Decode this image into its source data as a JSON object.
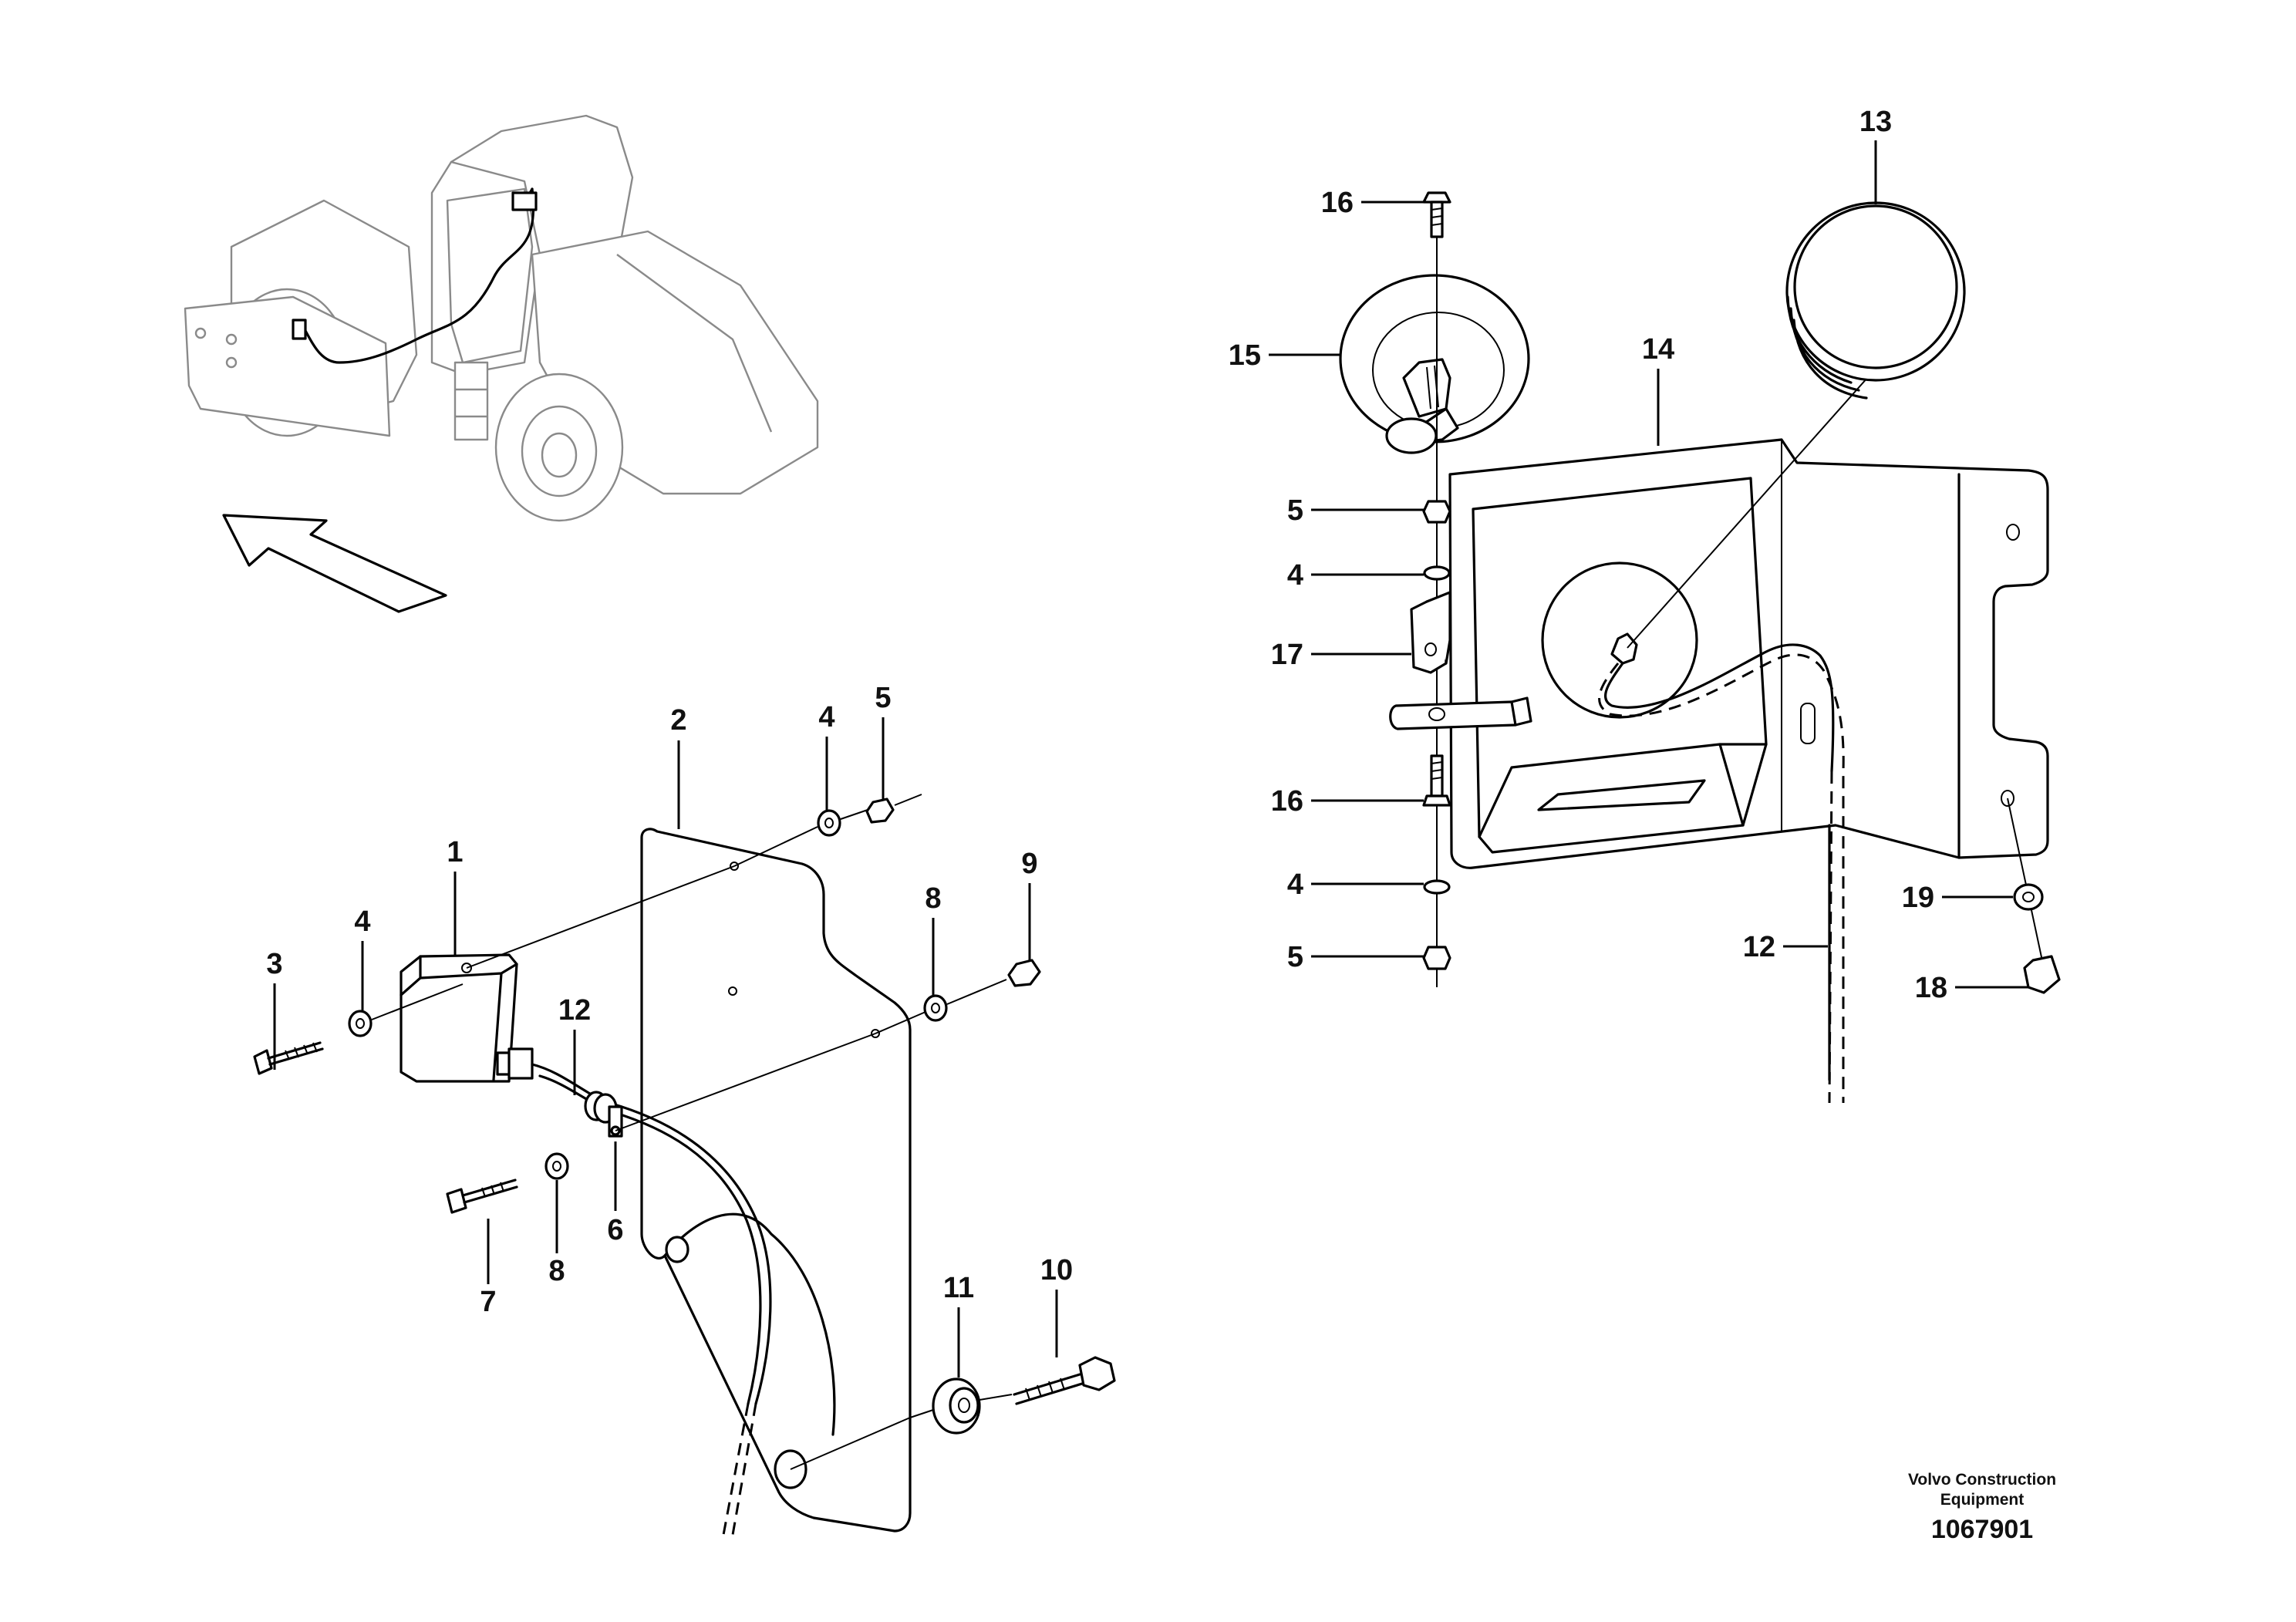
{
  "callouts": [
    {
      "id": "c1",
      "text": "1"
    },
    {
      "id": "c2",
      "text": "2"
    },
    {
      "id": "c3",
      "text": "3"
    },
    {
      "id": "c4a",
      "text": "4"
    },
    {
      "id": "c4b",
      "text": "4"
    },
    {
      "id": "c5a",
      "text": "5"
    },
    {
      "id": "c6",
      "text": "6"
    },
    {
      "id": "c7",
      "text": "7"
    },
    {
      "id": "c8a",
      "text": "8"
    },
    {
      "id": "c8b",
      "text": "8"
    },
    {
      "id": "c9",
      "text": "9"
    },
    {
      "id": "c10",
      "text": "10"
    },
    {
      "id": "c11",
      "text": "11"
    },
    {
      "id": "c12a",
      "text": "12"
    },
    {
      "id": "c13",
      "text": "13"
    },
    {
      "id": "c14",
      "text": "14"
    },
    {
      "id": "c15",
      "text": "15"
    },
    {
      "id": "c16a",
      "text": "16"
    },
    {
      "id": "c5b",
      "text": "5"
    },
    {
      "id": "c4c",
      "text": "4"
    },
    {
      "id": "c17",
      "text": "17"
    },
    {
      "id": "c16b",
      "text": "16"
    },
    {
      "id": "c4d",
      "text": "4"
    },
    {
      "id": "c5c",
      "text": "5"
    },
    {
      "id": "c12b",
      "text": "12"
    },
    {
      "id": "c19",
      "text": "19"
    },
    {
      "id": "c18",
      "text": "18"
    }
  ],
  "footer": {
    "brand_line1": "Volvo Construction",
    "brand_line2": "Equipment",
    "drawing_number": "1067901"
  }
}
